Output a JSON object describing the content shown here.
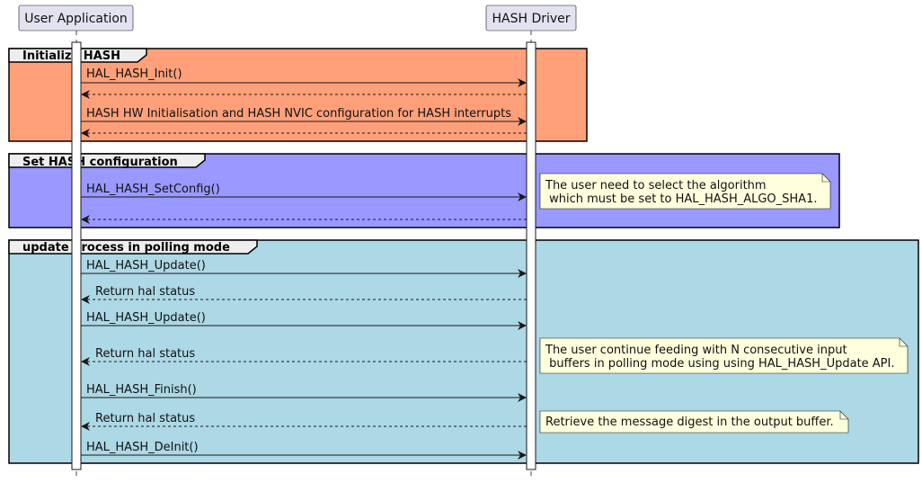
{
  "participants": {
    "user": "User Application",
    "driver": "HASH Driver"
  },
  "groups": [
    {
      "title": "Initialize HASH",
      "color": "#FFA07A"
    },
    {
      "title": "Set HASH configuration",
      "color": "#9999FF"
    },
    {
      "title": "update process in polling mode",
      "color": "#ADD8E6"
    }
  ],
  "messages": [
    {
      "label": "HAL_HASH_Init()",
      "direction": "to_driver",
      "style": "solid"
    },
    {
      "label": "",
      "direction": "to_user",
      "style": "dashed"
    },
    {
      "label": "HASH HW Initialisation and HASH NVIC configuration for HASH interrupts",
      "direction": "to_driver",
      "style": "solid"
    },
    {
      "label": "",
      "direction": "to_user",
      "style": "dashed"
    },
    {
      "label": "HAL_HASH_SetConfig()",
      "direction": "to_driver",
      "style": "solid"
    },
    {
      "label": "",
      "direction": "to_user",
      "style": "dashed"
    },
    {
      "label": "HAL_HASH_Update()",
      "direction": "to_driver",
      "style": "solid"
    },
    {
      "label": "Return hal status",
      "direction": "to_user",
      "style": "dashed"
    },
    {
      "label": "HAL_HASH_Update()",
      "direction": "to_driver",
      "style": "solid"
    },
    {
      "label": "Return hal status",
      "direction": "to_user",
      "style": "dashed"
    },
    {
      "label": "HAL_HASH_Finish()",
      "direction": "to_driver",
      "style": "solid"
    },
    {
      "label": "Return hal status",
      "direction": "to_user",
      "style": "dashed"
    },
    {
      "label": "HAL_HASH_DeInit()",
      "direction": "to_driver",
      "style": "solid"
    }
  ],
  "notes": [
    {
      "lines": [
        "The user need to select the algorithm",
        " which must be set to HAL_HASH_ALGO_SHA1."
      ]
    },
    {
      "lines": [
        "The user continue feeding with N consecutive input",
        " buffers in polling mode using using HAL_HASH_Update API."
      ]
    },
    {
      "lines": [
        "Retrieve the message digest in the output buffer."
      ]
    }
  ],
  "colors": {
    "participant_fill": "#E2E2F0",
    "participant_border": "#181818",
    "note_fill": "#FEFFDD",
    "group_header_fill": "#EEEEEE"
  }
}
